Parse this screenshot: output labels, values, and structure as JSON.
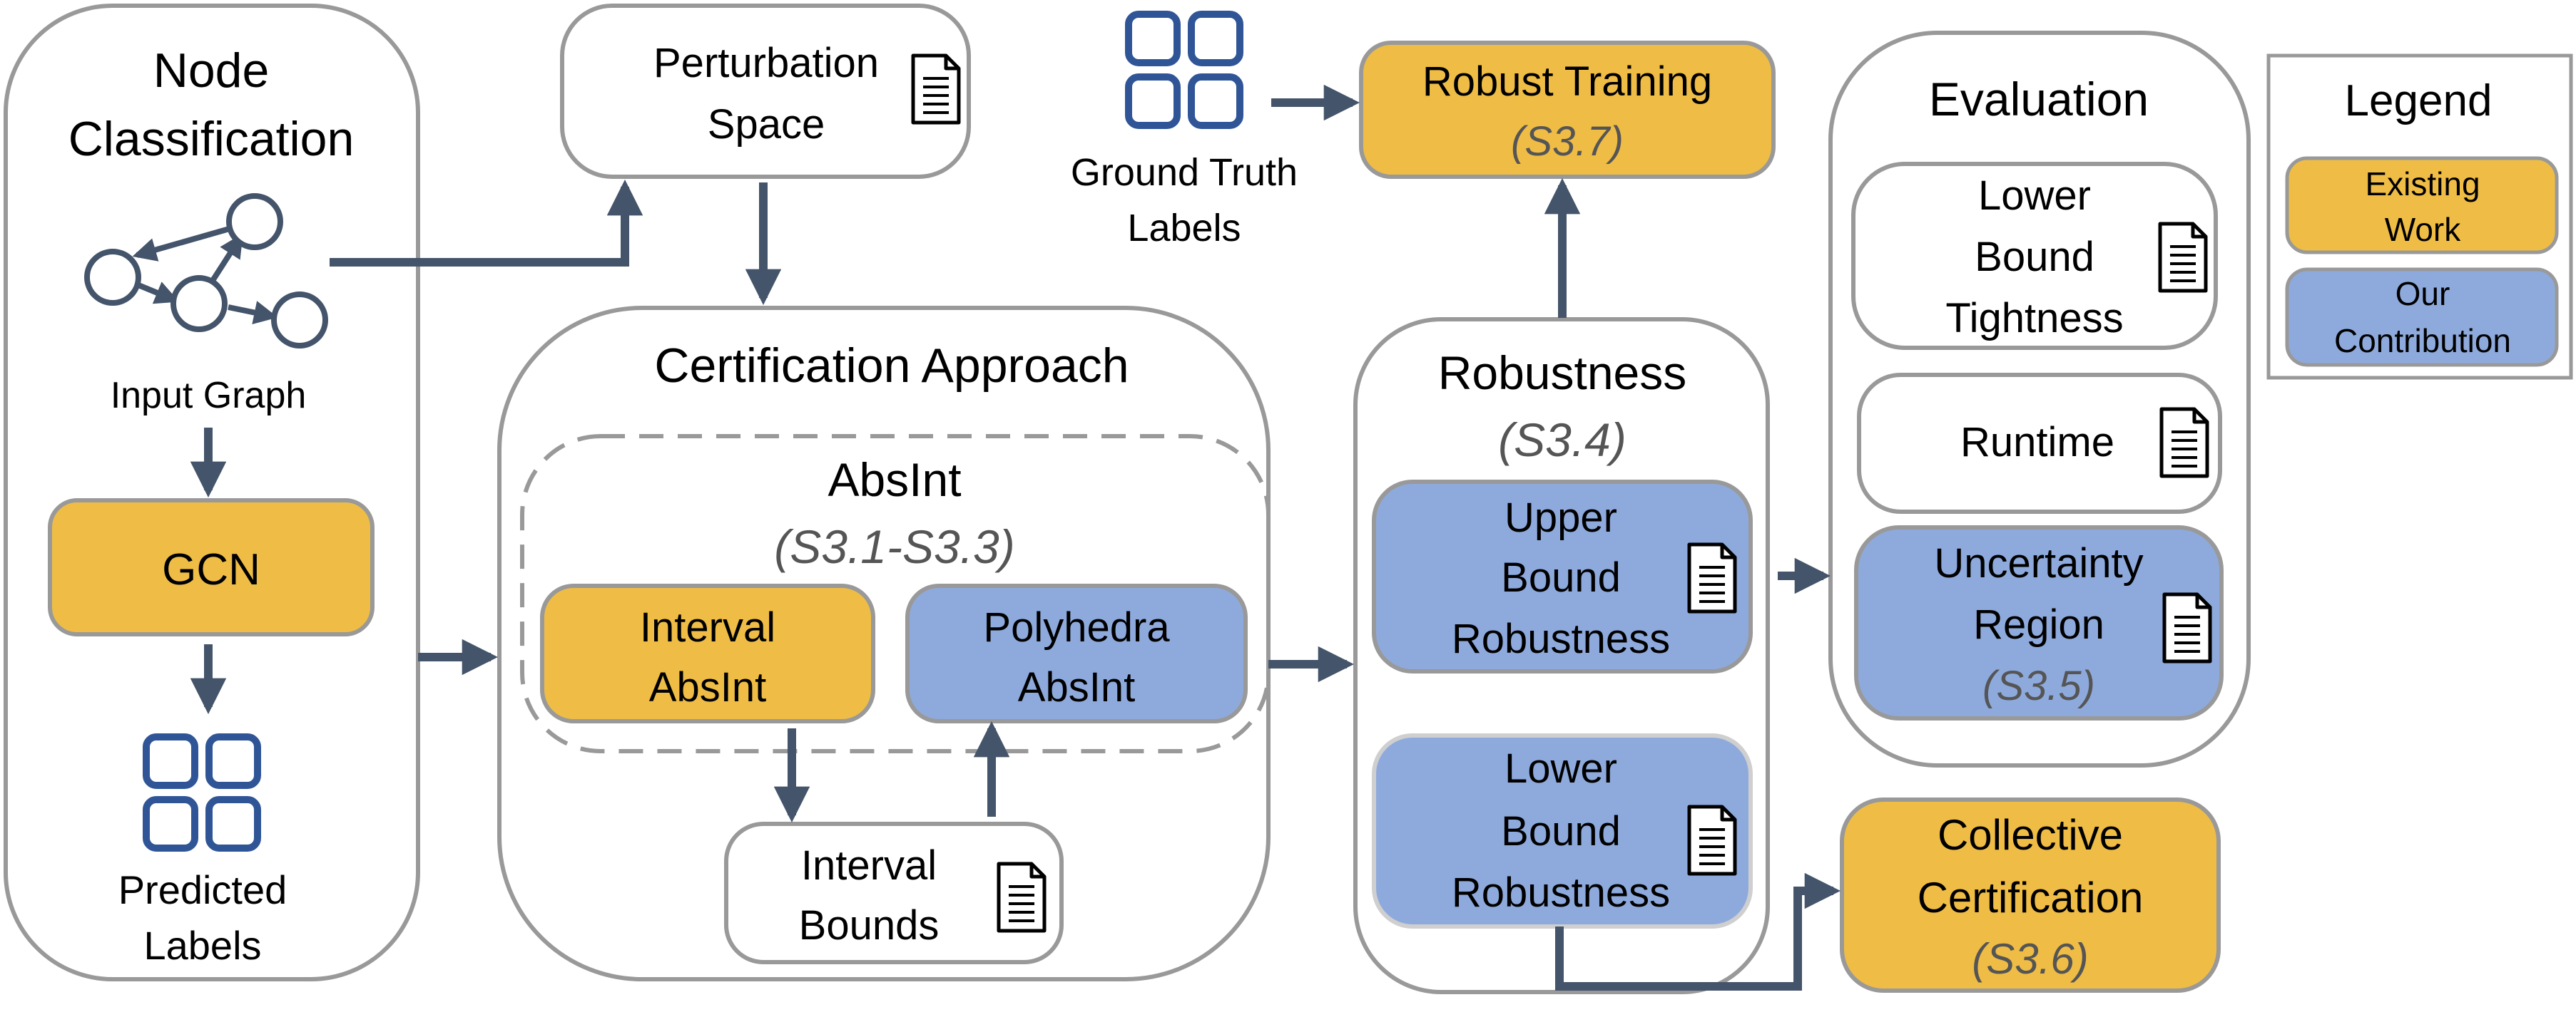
{
  "node_classification": {
    "title_line1": "Node",
    "title_line2": "Classification",
    "input_graph_label": "Input Graph",
    "gcn_label": "GCN",
    "predicted_labels_line1": "Predicted",
    "predicted_labels_line2": "Labels"
  },
  "perturbation_space": {
    "line1": "Perturbation",
    "line2": "Space"
  },
  "ground_truth": {
    "line1": "Ground Truth",
    "line2": "Labels"
  },
  "robust_training": {
    "title": "Robust Training",
    "section": "(S3.7)"
  },
  "certification": {
    "title": "Certification Approach",
    "absint_title": "AbsInt",
    "absint_section": "(S3.1-S3.3)",
    "interval_line1": "Interval",
    "interval_line2": "AbsInt",
    "polyhedra_line1": "Polyhedra",
    "polyhedra_line2": "AbsInt",
    "bounds_line1": "Interval",
    "bounds_line2": "Bounds"
  },
  "robustness": {
    "title": "Robustness",
    "section": "(S3.4)",
    "upper_line1": "Upper",
    "upper_line2": "Bound",
    "upper_line3": "Robustness",
    "lower_line1": "Lower",
    "lower_line2": "Bound",
    "lower_line3": "Robustness"
  },
  "evaluation": {
    "title": "Evaluation",
    "tightness_line1": "Lower",
    "tightness_line2": "Bound",
    "tightness_line3": "Tightness",
    "runtime": "Runtime",
    "uncertainty_line1": "Uncertainty",
    "uncertainty_line2": "Region",
    "uncertainty_section": "(S3.5)"
  },
  "collective": {
    "line1": "Collective",
    "line2": "Certification",
    "section": "(S3.6)"
  },
  "legend": {
    "title": "Legend",
    "existing_line1": "Existing",
    "existing_line2": "Work",
    "ours_line1": "Our",
    "ours_line2": "Contribution"
  },
  "colors": {
    "existing_work": "#efbd45",
    "our_contribution": "#8eaadc",
    "box_border": "#999999",
    "arrow": "#44546a",
    "icon_blue": "#2f5597"
  },
  "icons": {
    "document": "document-icon",
    "graph": "graph-icon",
    "labels_grid": "labels-grid-icon"
  }
}
